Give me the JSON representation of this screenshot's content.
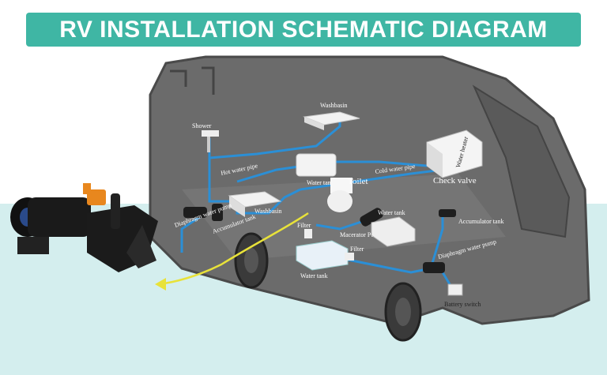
{
  "title": "RV INSTALLATION SCHEMATIC DIAGRAM",
  "labels": {
    "shower": "Shower",
    "washbasin_top": "Washbasin",
    "water_heater": "Water heater",
    "hot_water_pipe": "Hot water pipe",
    "cold_water_pipe": "Cold water pipe",
    "check_valve": "Check valve",
    "water_tank_top": "Water tank",
    "toilet": "Toilet",
    "washbasin_bottom": "Washbasin",
    "diaphragm_pump_left": "Diaphragm water pump",
    "accumulator_tank_left": "Accumulator tank",
    "macerator_pump": "Macerator Pump",
    "water_tank_right": "Water tank",
    "accumulator_tank_right": "Accumulator tank",
    "filter_left": "Filter",
    "filter_right": "Filter",
    "water_tank_bottom": "Water tank",
    "diaphragm_pump_right": "Diaphragm water pump",
    "battery_switch": "Battery switch"
  },
  "colors": {
    "banner": "#3fb6a4",
    "rv_body": "#6b6b6b",
    "pipe": "#2b8fd6",
    "arrow": "#e8e23a"
  }
}
